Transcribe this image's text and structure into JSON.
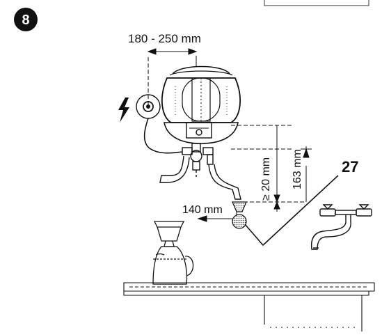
{
  "figure": {
    "step_number": "8",
    "ref_number": "27",
    "dimensions": {
      "top_width": "180 - 250 mm",
      "height_above": "≥ 20 mm",
      "height_163": "163 mm",
      "offset_140": "140 mm"
    }
  },
  "icons": {
    "power": "lightning-bolt-icon",
    "socket": "wall-socket-icon",
    "tap": "wall-mixer-tap-icon",
    "jug": "coffee-jug-icon"
  }
}
